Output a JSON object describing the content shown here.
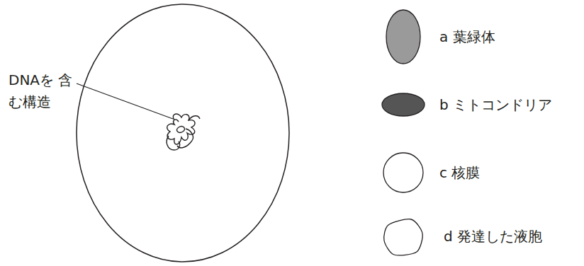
{
  "diagram": {
    "labels": [
      "DNAを 含む構造"
    ],
    "legend": [
      {
        "text": "a 葉緑体",
        "color": "#9a9a9a"
      },
      {
        "text": "b ミトコンドリア",
        "color": "#555555"
      },
      {
        "text": "c 核膜"
      },
      {
        "text": "d 発達した液胞"
      }
    ]
  }
}
